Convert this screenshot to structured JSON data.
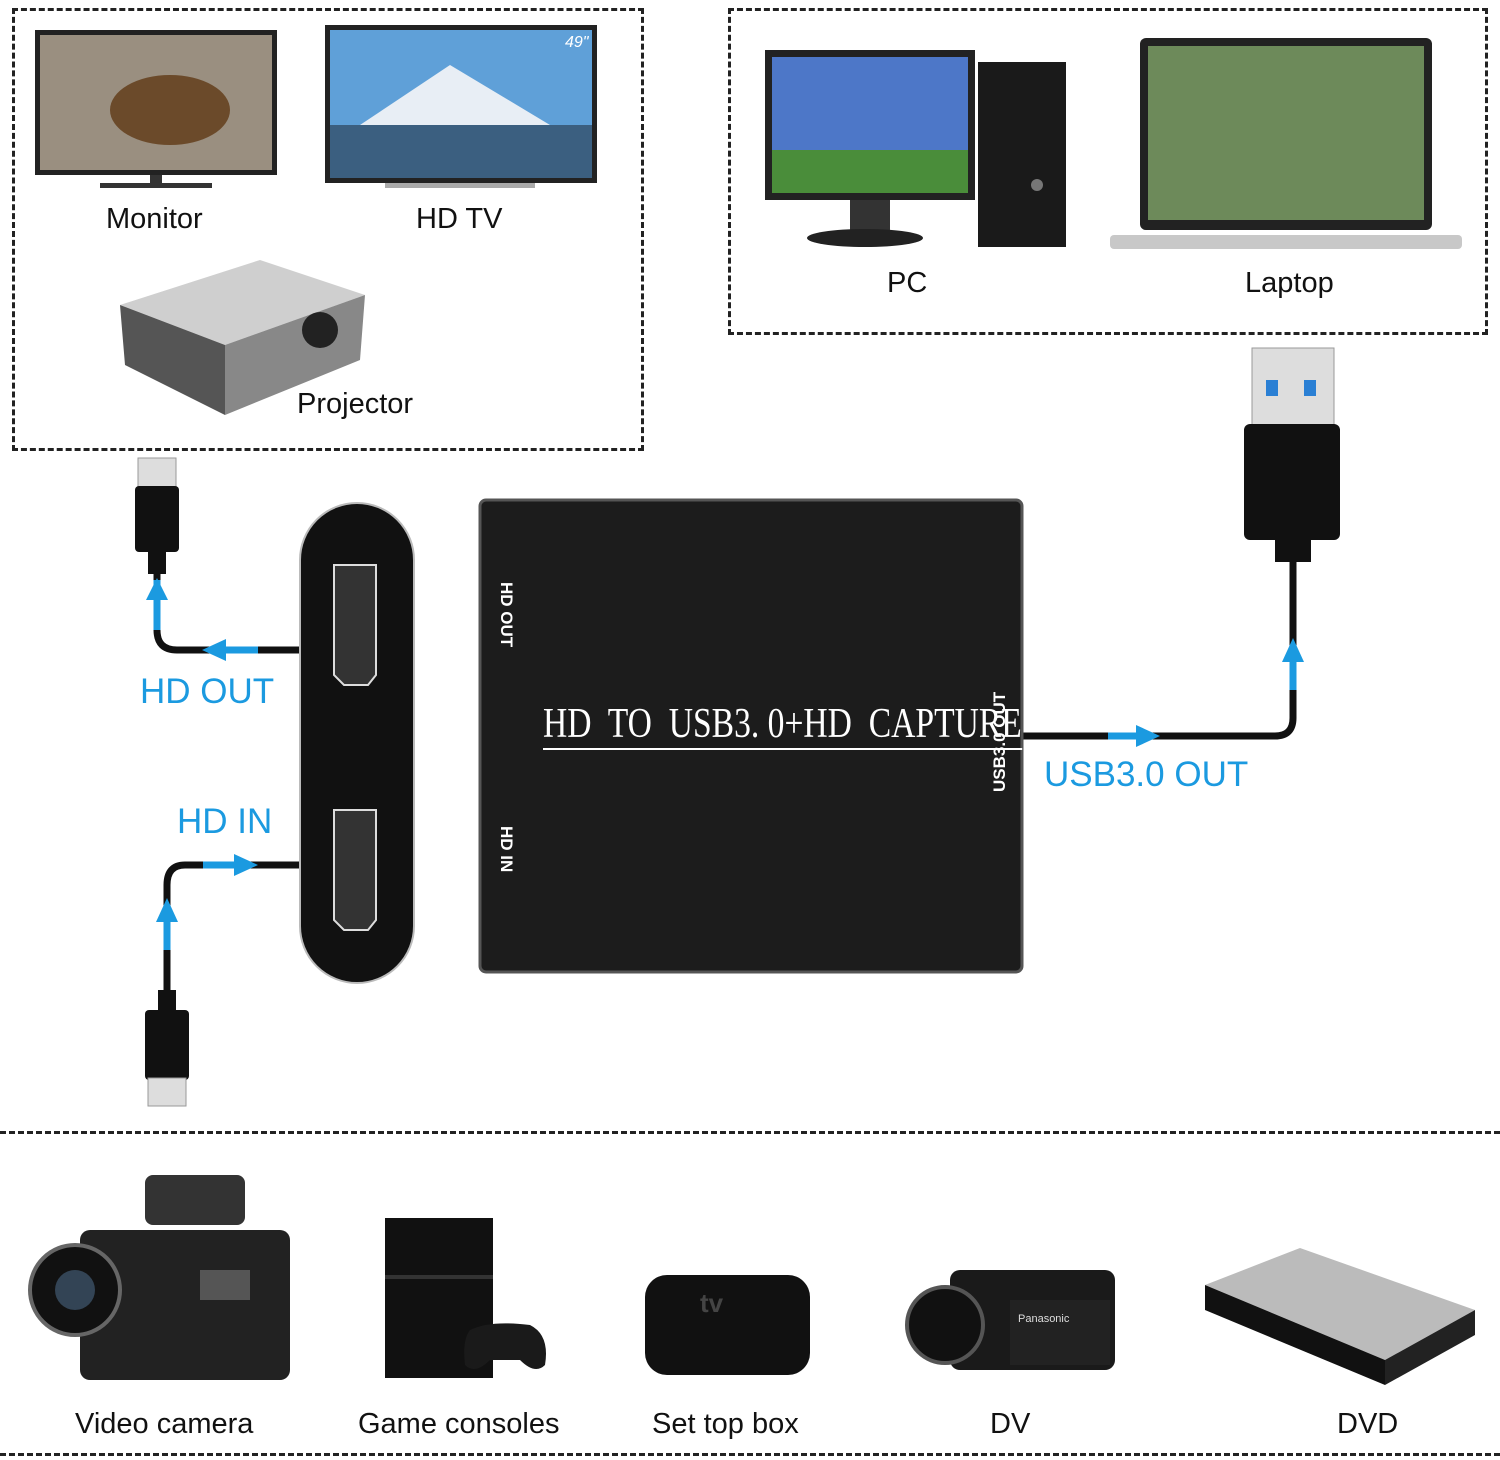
{
  "output_displays": {
    "items": [
      {
        "label": "Monitor",
        "icon": "monitor-icon"
      },
      {
        "label": "HD TV",
        "icon": "tv-icon",
        "screen_size": "49\""
      },
      {
        "label": "Projector",
        "icon": "projector-icon"
      }
    ]
  },
  "computers": {
    "items": [
      {
        "label": "PC",
        "icon": "desktop-pc-icon"
      },
      {
        "label": "Laptop",
        "icon": "laptop-icon"
      }
    ]
  },
  "connections": {
    "hd_out": "HD OUT",
    "hd_in": "HD IN",
    "usb_out": "USB3.0 OUT",
    "arrow_color": "#1b9ae0"
  },
  "device": {
    "title": "HD  TO  USB3. 0+HD  CAPTURE",
    "port_hd_out": "HD OUT",
    "port_hd_in": "HD IN",
    "port_usb": "USB3.0 OUT",
    "body_color": "#1c1c1c"
  },
  "sources": {
    "items": [
      {
        "label": "Video camera",
        "icon": "video-camera-icon"
      },
      {
        "label": "Game consoles",
        "icon": "game-console-icon"
      },
      {
        "label": "Set top box",
        "icon": "set-top-box-icon",
        "logo": "tv"
      },
      {
        "label": "DV",
        "icon": "camcorder-icon",
        "logo": "Panasonic"
      },
      {
        "label": "DVD",
        "icon": "dvd-player-icon"
      }
    ]
  }
}
